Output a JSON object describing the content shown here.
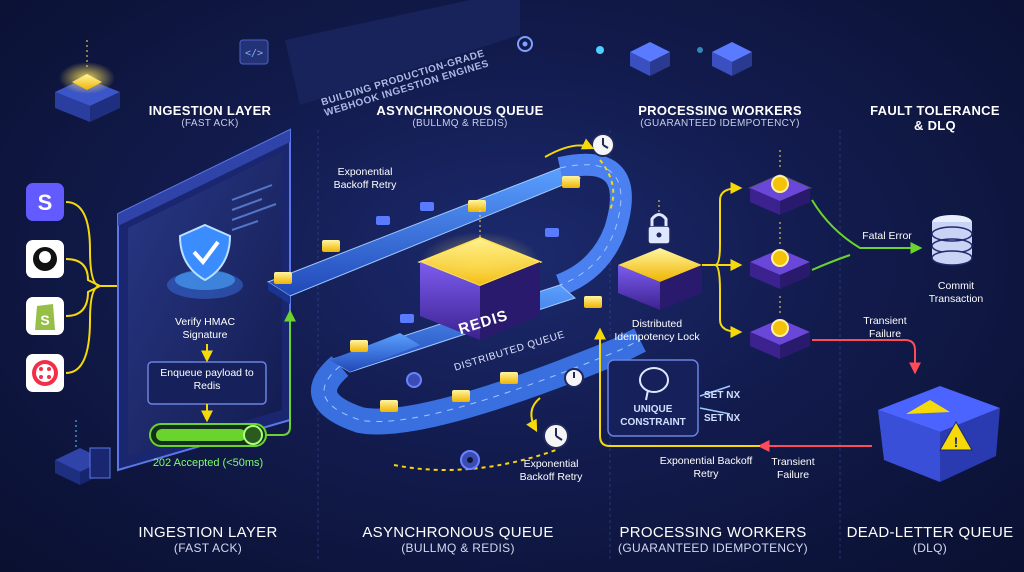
{
  "banner": {
    "line1": "BUILDING PRODUCTION-GRADE",
    "line2": "WEBHOOK INGESTION ENGINES"
  },
  "sections_top": [
    {
      "title": "INGESTION LAYER",
      "subtitle": "(FAST ACK)"
    },
    {
      "title": "ASYNCHRONOUS QUEUE",
      "subtitle": "(BULLMQ & REDIS)"
    },
    {
      "title": "PROCESSING WORKERS",
      "subtitle": "(GUARANTEED IDEMPOTENCY)"
    },
    {
      "title": "FAULT TOLERANCE",
      "title2": "& DLQ"
    }
  ],
  "sections_bottom": [
    {
      "title": "INGESTION LAYER",
      "subtitle": "(FAST ACK)"
    },
    {
      "title": "ASYNCHRONOUS QUEUE",
      "subtitle": "(BULLMQ & REDIS)"
    },
    {
      "title": "PROCESSING WORKERS",
      "subtitle": "(GUARANTEED IDEMPOTENCY)"
    },
    {
      "title": "DEAD-LETTER QUEUE",
      "subtitle": "(DLQ)"
    }
  ],
  "sources": [
    {
      "icon": "stripe-icon",
      "glyph": "S",
      "color": "#635bff"
    },
    {
      "icon": "github-icon",
      "glyph": "",
      "color": "#ffffff"
    },
    {
      "icon": "shopify-icon",
      "glyph": "S",
      "color": "#95bf47"
    },
    {
      "icon": "twilio-icon",
      "glyph": "",
      "color": "#f22f46"
    }
  ],
  "ingestion": {
    "verify": "Verify HMAC Signature",
    "enqueue": "Enqueue payload to Redis",
    "accepted": "202 Accepted (<50ms)"
  },
  "queue": {
    "retry_top": "Exponential Backoff Retry",
    "redis": "REDIS",
    "distributed": "DISTRIBUTED QUEUE",
    "retry_bottom": "Exponential Backoff Retry"
  },
  "workers": {
    "lock": "Distributed Idempotency Lock",
    "unique": "UNIQUE CONSTRAINT",
    "setnx": "SET NX",
    "retry": "Exponential Backoff Retry",
    "transient_bottom": "Transient Failure"
  },
  "fault": {
    "fatal": "Fatal Error",
    "commit": "Commit Transaction",
    "transient": "Transient Failure"
  },
  "colors": {
    "accent": "#f5d90a",
    "green": "#6bd32e",
    "red": "#ff4a5a",
    "belt": "#3a6fe0",
    "purple": "#6a47d8"
  }
}
